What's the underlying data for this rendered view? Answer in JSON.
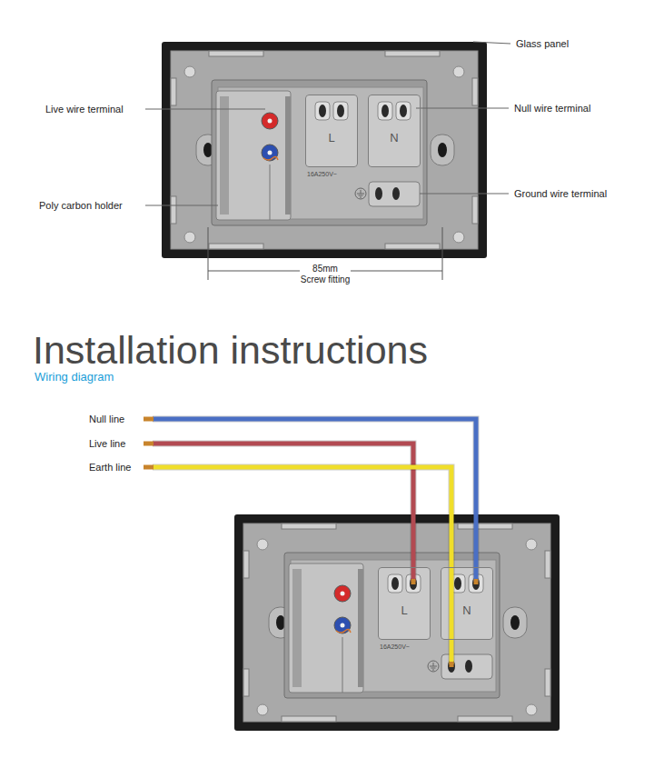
{
  "diagram": {
    "title": "Installation instructions",
    "nodes": [
      {
        "text": [
          "L"
        ]
      },
      {
        "text": [
          "N"
        ]
      },
      {
        "text": [
          "L"
        ]
      },
      {
        "text": [
          "N"
        ]
      }
    ],
    "labels": [
      "Glass panel",
      "Live wire terminal",
      "Null wire terminal",
      "Poly carbon holder",
      "Ground wire terminal",
      "85mm",
      "Screw fitting",
      "16A250V~",
      "Wiring diagram",
      "Null line",
      "Live line",
      "Earth line",
      "16A250V~"
    ]
  }
}
